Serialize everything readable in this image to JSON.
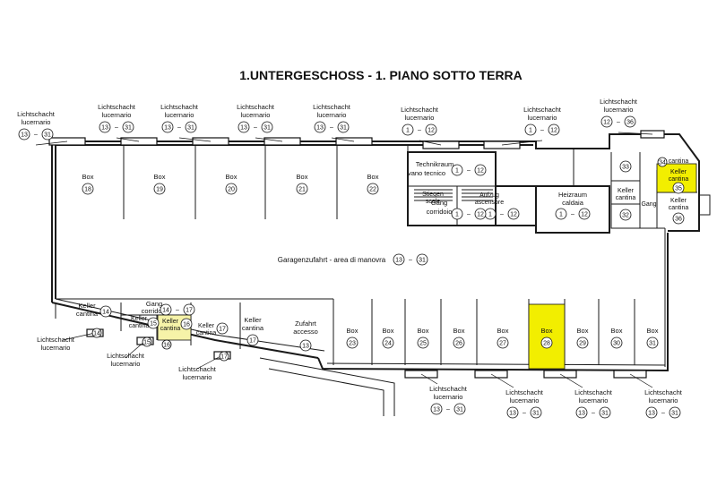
{
  "title": "1.UNTERGESCHOSS - 1. PIANO SOTTO TERRA",
  "highlight_color": "#f2ee00",
  "lichtschacht_label": "Lichtschacht",
  "lucernario_label": "lucernario",
  "box_label": "Box",
  "keller_label": "Keller",
  "cantina_label": "cantina",
  "boxes_top": [
    "18",
    "19",
    "20",
    "21",
    "22"
  ],
  "boxes_bottom": [
    "23",
    "24",
    "25",
    "26",
    "27",
    "28",
    "29",
    "30",
    "31"
  ],
  "highlighted_box": "28",
  "top_shafts": [
    {
      "range1": "13",
      "range2": "31"
    },
    {
      "range1": "13",
      "range2": "31"
    },
    {
      "range1": "13",
      "range2": "31"
    },
    {
      "range1": "13",
      "range2": "31"
    },
    {
      "range1": "13",
      "range2": "31"
    },
    {
      "range1": "1",
      "range2": "12"
    },
    {
      "range1": "1",
      "range2": "12"
    },
    {
      "range1": "12",
      "range2": "36"
    }
  ],
  "bottom_shafts": [
    {
      "range1": "13",
      "range2": "31"
    },
    {
      "range1": "13",
      "range2": "31"
    },
    {
      "range1": "13",
      "range2": "31"
    },
    {
      "range1": "13",
      "range2": "31"
    }
  ],
  "technikraum": {
    "line1": "Technikraum",
    "line2": "vano tecnico",
    "n1": "1",
    "n2": "12"
  },
  "stiegen": {
    "line1": "Stiegen",
    "line2": "scale"
  },
  "aufzug": {
    "line1": "Aufzug",
    "line2": "ascensore",
    "n1": "1",
    "n2": "12"
  },
  "gang_top": {
    "line1": "Gang",
    "line2": "corridoio",
    "n1": "1",
    "n2": "12"
  },
  "heizraum": {
    "line1": "Heizraum",
    "line2": "caldaia",
    "n1": "1",
    "n2": "12"
  },
  "keller_right": {
    "k33": "33",
    "k34": "34",
    "k35": "35",
    "k32": "32",
    "k36": "36",
    "cantina_a": "cantina",
    "cantina_b": "cantina",
    "cantina_c": "cantina",
    "gang": "Gang"
  },
  "garage": {
    "text": "Garagenzufahrt - area di manovra",
    "n1": "13",
    "n2": "31"
  },
  "keller_left": {
    "k14": "14",
    "k15": "15",
    "k16": "16",
    "k17": "17",
    "gang_line1": "Gang",
    "gang_line2": "corridoio",
    "gang_n1": "14",
    "gang_n2": "17"
  },
  "zufahrt": {
    "line1": "Zufahrt",
    "line2": "accesso",
    "n": "13"
  },
  "left_shafts": {
    "s14": "14",
    "s15": "15",
    "s16": "16",
    "s17": "17"
  }
}
